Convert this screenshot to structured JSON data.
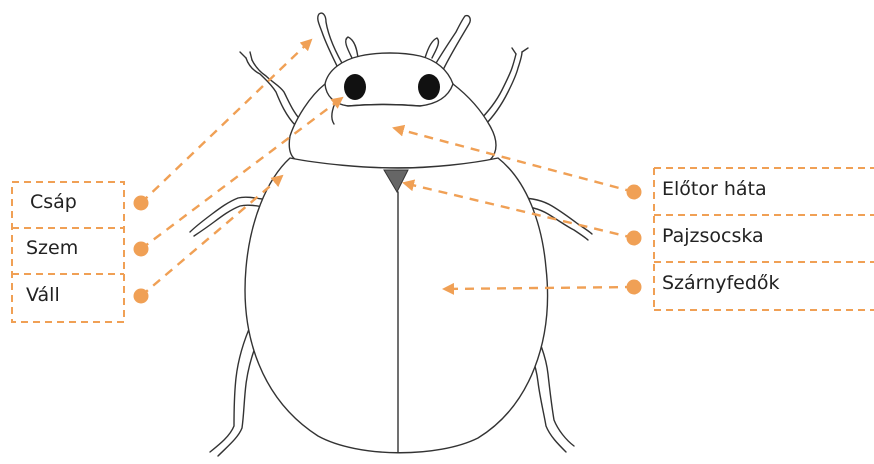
{
  "diagram": {
    "left_labels": [
      {
        "id": "csap",
        "text": "Csáp"
      },
      {
        "id": "szem",
        "text": "Szem"
      },
      {
        "id": "vall",
        "text": "Váll"
      }
    ],
    "right_labels": [
      {
        "id": "elotor",
        "text": "Előtor háta"
      },
      {
        "id": "pajzsocska",
        "text": "Pajzsocska"
      },
      {
        "id": "szarnyfedok",
        "text": "Szárnyfedők"
      }
    ],
    "colors": {
      "accent": "#F0A055",
      "outline": "#333333",
      "scutellum": "#666666",
      "eye": "#111111"
    }
  }
}
